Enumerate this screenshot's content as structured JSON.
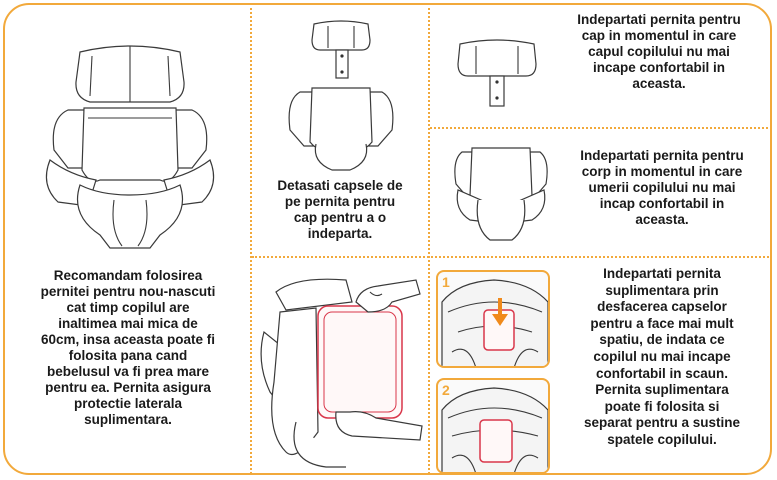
{
  "panels": {
    "recommend_text": "Recomandam folosirea\npernitei pentru nou-nascuti\ncat timp copilul are\ninaltimea mai mica de\n60cm, insa aceasta poate fi\nfolosita pana cand\nbebelusul va fi prea mare\npentru ea. Pernita asigura\nprotectie laterala\nsuplimentara.",
    "detach_text": "Detasati capsele de\npe pernita pentru\ncap pentru a o\nindeparta.",
    "head_text": "Indepartati pernita pentru\ncap in momentul in care\ncapul copilului nu mai\nincape confortabil in\naceasta.",
    "body_text": "Indepartati pernita pentru\ncorp in momentul in care\numerii copilului nu mai\nincap confortabil in\naceasta.",
    "extra_text": "Indepartati pernita\nsuplimentara prin\ndesfacerea capselor\npentru a face mai mult\nspatiu, de indata ce\ncopilul nu mai incape\nconfortabil in scaun.\nPernita suplimentara\npoate fi folosita si\nseparat pentru a sustine\nspatele copilului.",
    "step1": "1",
    "step2": "2"
  },
  "colors": {
    "border": "#f2a93b",
    "highlight": "#d9364a",
    "arrow": "#f08a1c"
  }
}
